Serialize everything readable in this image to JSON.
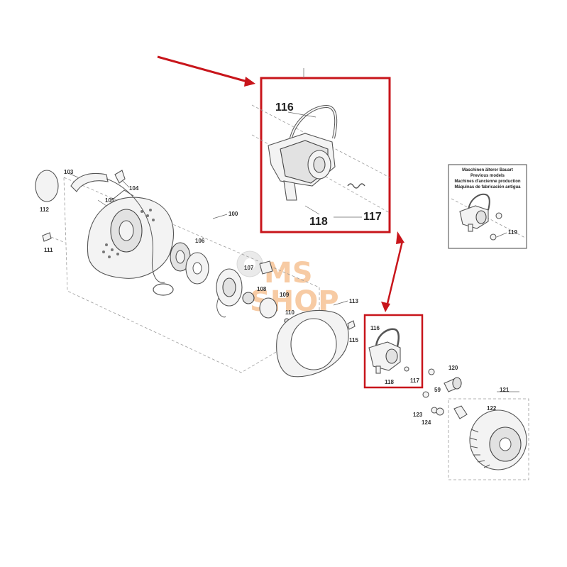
{
  "diagram": {
    "part_numbers": [
      "100",
      "103",
      "104",
      "105",
      "106",
      "107",
      "108",
      "109",
      "110",
      "111",
      "112",
      "113",
      "115",
      "116",
      "117",
      "118",
      "119",
      "120",
      "121",
      "122",
      "123",
      "124",
      "59"
    ],
    "zoom_labels": {
      "top_part": "116",
      "left_bottom": "118",
      "right_bottom": "117"
    },
    "small_box_labels": {
      "part": "116",
      "left": "118",
      "right": "117"
    },
    "note": {
      "line1": "Maschinen älterer Bauart",
      "line2": "Previous models",
      "line3": "Machines d'ancienne production",
      "line4": "Máquinas de fabricación antigua",
      "part": "119"
    },
    "watermark": {
      "line1": "MS",
      "line2": "SHOP"
    },
    "colors": {
      "highlight": "#c8151b",
      "watermark": "#f2a15a",
      "line": "#555555"
    }
  }
}
